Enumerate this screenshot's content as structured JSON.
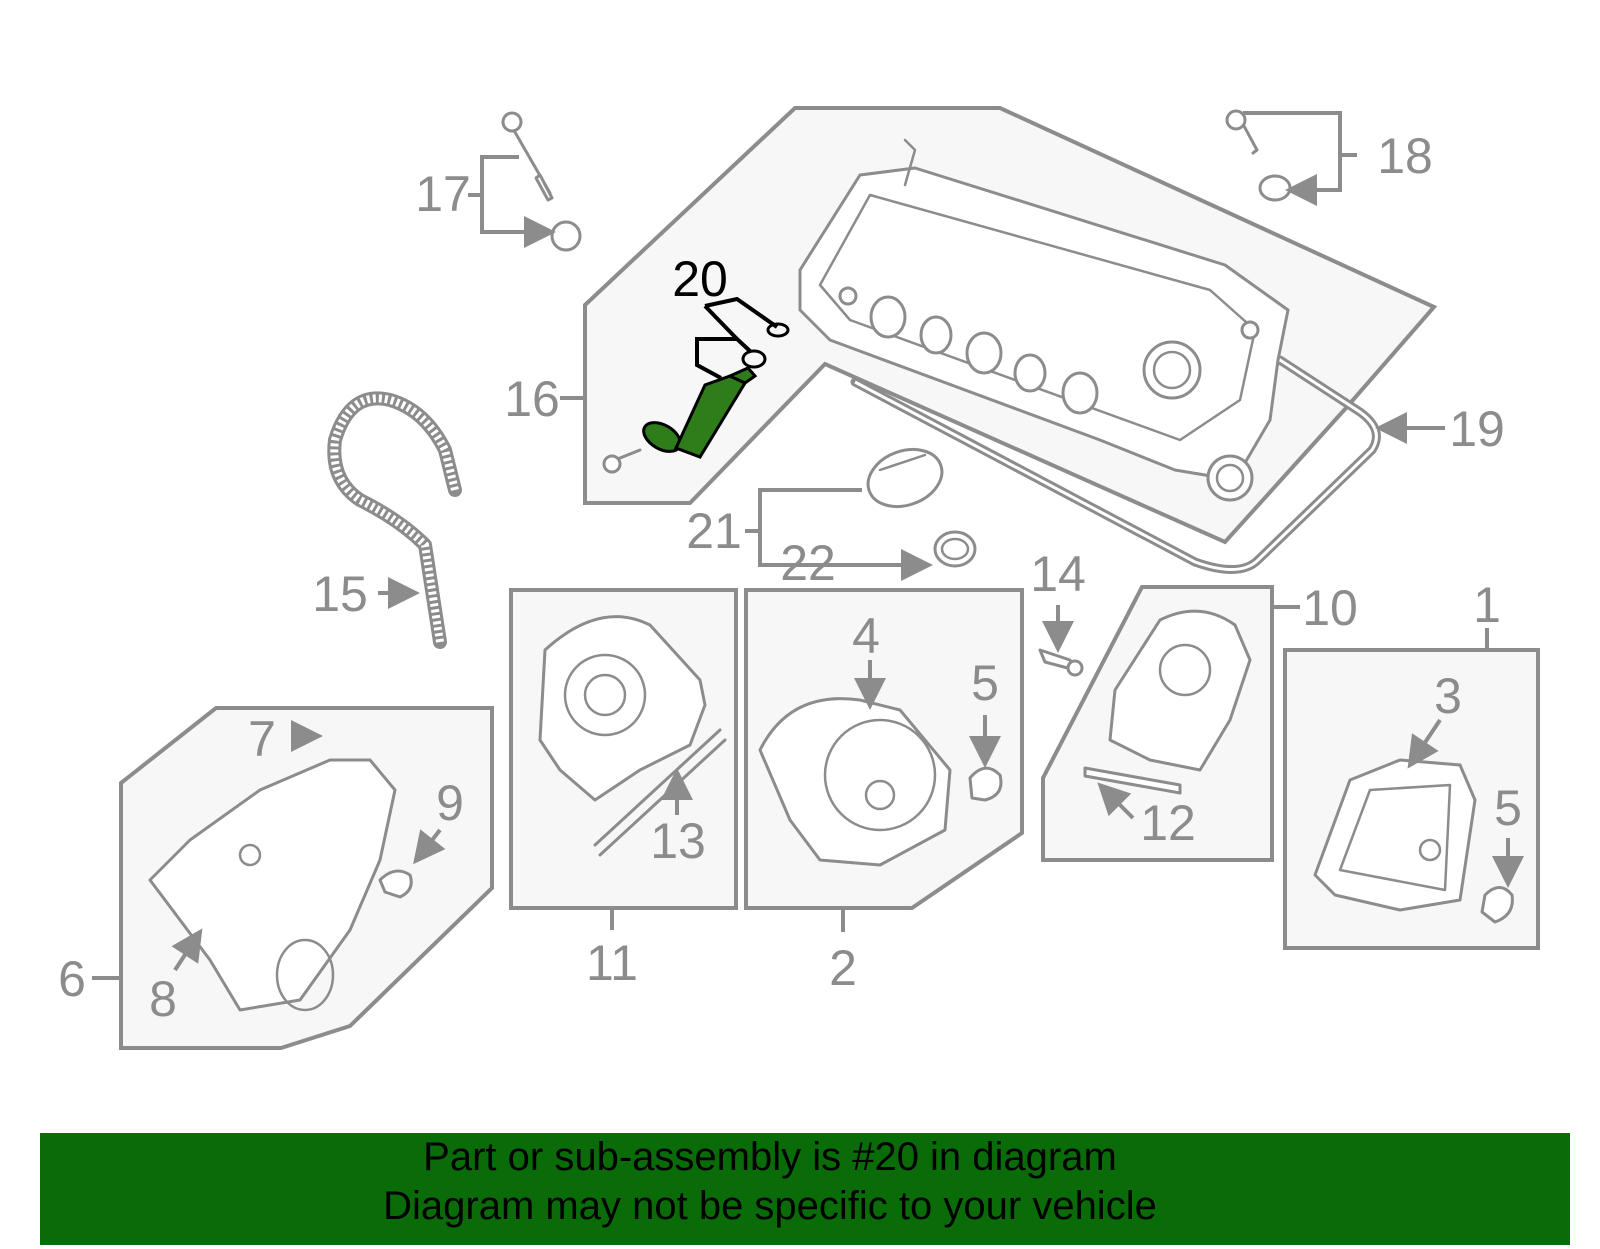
{
  "callouts": {
    "c1": "1",
    "c2": "2",
    "c3": "3",
    "c4": "4",
    "c5a": "5",
    "c5b": "5",
    "c6": "6",
    "c7": "7",
    "c8": "8",
    "c9": "9",
    "c10": "10",
    "c11": "11",
    "c12": "12",
    "c13": "13",
    "c14": "14",
    "c15": "15",
    "c16": "16",
    "c17": "17",
    "c18": "18",
    "c19": "19",
    "c20": "20",
    "c21": "21",
    "c22": "22"
  },
  "highlighted_part": "20",
  "banner": {
    "line1": "Part or sub-assembly is #20 in diagram",
    "line2": "Diagram may not be specific to your vehicle"
  },
  "colors": {
    "banner_bg": "#0a6b09",
    "highlight_part": "#2e7d1a",
    "line_gray": "#8c8c8c",
    "panel_fill": "#f7f7f7"
  }
}
